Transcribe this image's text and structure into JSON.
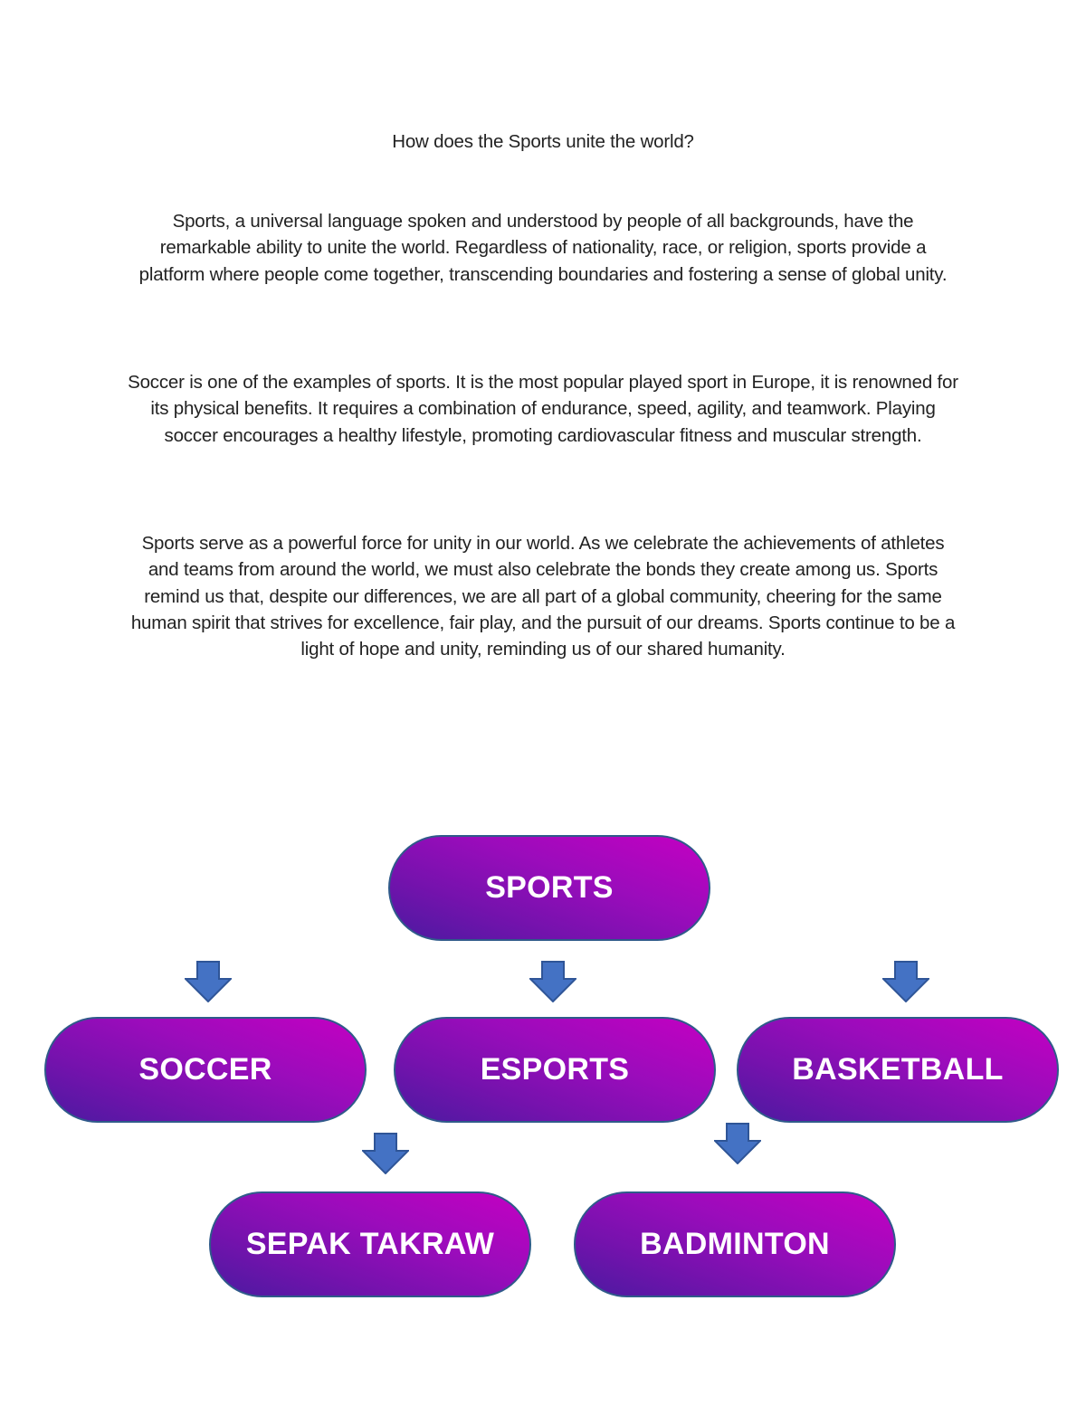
{
  "document": {
    "title": "How does the Sports unite the world?",
    "paragraphs": [
      "Sports, a universal language spoken and understood by people of all backgrounds, have the remarkable ability to unite the world. Regardless of nationality, race, or religion, sports provide a platform where people come together, transcending boundaries and fostering a sense of global unity.",
      "Soccer is one of the examples of sports. It is the most popular played sport in Europe, it is renowned for its physical benefits. It requires a combination of endurance, speed, agility, and teamwork. Playing soccer encourages a healthy lifestyle, promoting cardiovascular fitness and muscular strength.",
      "Sports serve as a powerful force for unity in our world. As we celebrate the achievements of athletes and teams from around the world, we must also celebrate the bonds they create among us. Sports remind us that, despite our differences, we are all part of a global community, cheering for the same human spirit that strives for excellence, fair play, and the pursuit of our dreams. Sports continue to be a light of hope and unity, reminding us of our shared humanity."
    ]
  },
  "diagram": {
    "root": {
      "label": "SPORTS"
    },
    "level1": [
      {
        "label": "SOCCER"
      },
      {
        "label": "ESPORTS"
      },
      {
        "label": "BASKETBALL"
      }
    ],
    "level2": [
      {
        "label": "SEPAK TAKRAW"
      },
      {
        "label": "BADMINTON"
      }
    ],
    "arrow_icon": "down-arrow-icon",
    "colors": {
      "node_gradient_start": "#4b1aa0",
      "node_gradient_end": "#c400c2",
      "node_border": "#2f5a8a",
      "node_text": "#ffffff",
      "arrow_fill": "#4472c4",
      "arrow_stroke": "#2f5597"
    }
  }
}
